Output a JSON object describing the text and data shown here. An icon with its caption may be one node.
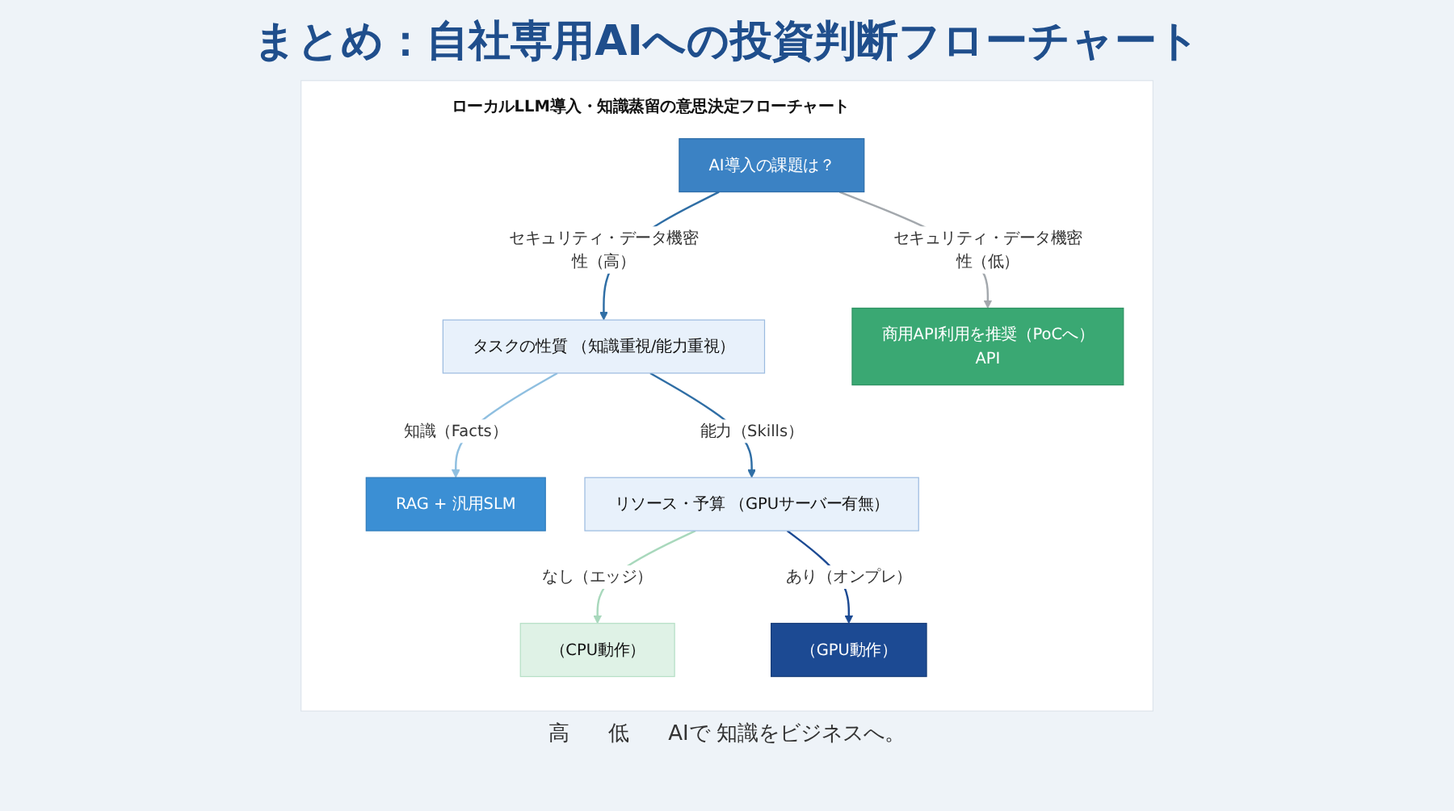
{
  "diagram": {
    "title": "まとめ：自社専用AIへの投資判断フローチャート",
    "nodes": [
      {
        "text": [
          "ローカルLLM導入・知識蒸留の意思決定フローチャート"
        ]
      },
      {
        "text": [
          "AI導入の課題は？"
        ],
        "in": 0
      },
      {
        "text": [
          "タスクの性質 （知識重視/能力重視）"
        ],
        "in": 0
      },
      {
        "text": [
          "商用API利用を推奨（PoCへ）",
          "API"
        ],
        "in": 0
      },
      {
        "text": [
          "RAG + 汎用SLM"
        ],
        "in": 0
      },
      {
        "text": [
          "リソース・予算 （GPUサーバー有無）"
        ],
        "in": 0
      },
      {
        "text": [
          "（CPU動作）"
        ],
        "in": 0
      },
      {
        "text": [
          "（GPU動作）"
        ],
        "in": 0
      }
    ],
    "edges": [
      {
        "from": 1,
        "to": 2,
        "arrow": "to",
        "label": "セキュリティ・データ機密性（高）"
      },
      {
        "from": 1,
        "to": 3,
        "arrow": "to",
        "label": "セキュリティ・データ機密性（低）",
        "color": "#a3a8ad"
      },
      {
        "from": 2,
        "to": 4,
        "arrow": "to",
        "label": "知識（Facts）",
        "color": "#8fbfe0"
      },
      {
        "from": 2,
        "to": 5,
        "arrow": "to",
        "label": "能力（Skills）"
      },
      {
        "from": 5,
        "to": 6,
        "arrow": "to",
        "label": "なし（エッジ）",
        "color": "#a8d8bc"
      },
      {
        "from": 5,
        "to": 7,
        "arrow": "to",
        "label": "あり（オンプレ）",
        "color": "#1c4a93"
      }
    ],
    "labels": [
      "高",
      "低",
      "AIで 知識をビジネスへ。"
    ]
  }
}
